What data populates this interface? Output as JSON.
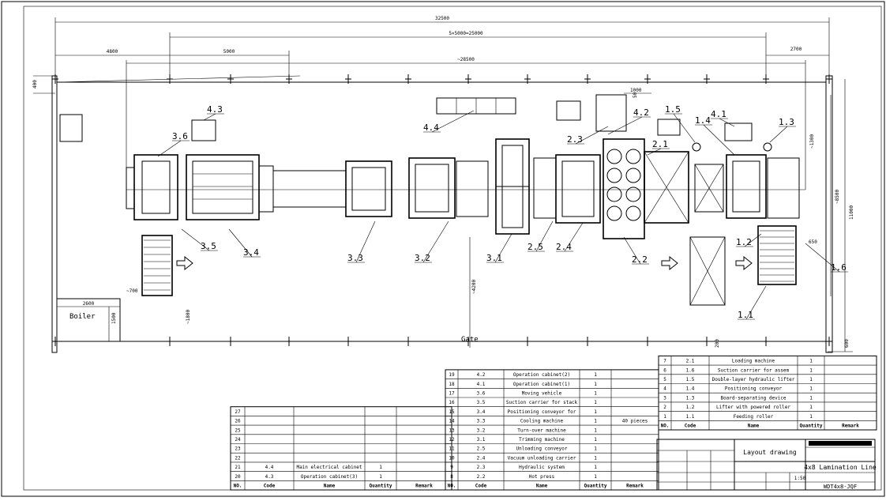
{
  "dimensions": {
    "overall": "32500",
    "bays": "5×5000=25000",
    "left": "4800",
    "bay": "5000",
    "right": "2700",
    "span": "~28500",
    "top_offset": "400",
    "top_small": "50",
    "top_1000": "1000",
    "h_1300": "~1300",
    "h_8500": "~8500",
    "h_11000": "11000",
    "gap_650": "650",
    "h_4200": "~4200",
    "w_700": "~700",
    "boiler_w": "2600",
    "boiler_h": "1500",
    "h_1800": "~1800",
    "w_200": "200",
    "bottom_600": "600"
  },
  "labels": {
    "boiler": "Boiler",
    "gate": "Gate",
    "callouts": [
      "4.3",
      "3.6",
      "3.5",
      "3.4",
      "3.3",
      "3.2",
      "3.1",
      "2.5",
      "2.4",
      "2.2",
      "2.3",
      "2.1",
      "4.4",
      "4.2",
      "1.5",
      "1.4",
      "4.1",
      "1.3",
      "1.2",
      "1.6",
      "1.1"
    ]
  },
  "bom_left": {
    "headers": [
      "NO.",
      "Code",
      "Name",
      "Quantity",
      "Remark"
    ],
    "rows": [
      [
        "27",
        "",
        "",
        "",
        ""
      ],
      [
        "26",
        "",
        "",
        "",
        ""
      ],
      [
        "25",
        "",
        "",
        "",
        ""
      ],
      [
        "24",
        "",
        "",
        "",
        ""
      ],
      [
        "23",
        "",
        "",
        "",
        ""
      ],
      [
        "22",
        "",
        "",
        "",
        ""
      ],
      [
        "21",
        "4.4",
        "Main electrical cabinet",
        "1",
        ""
      ],
      [
        "20",
        "4.3",
        "Operation cabinet(3)",
        "1",
        ""
      ]
    ]
  },
  "bom_mid": {
    "headers": [
      "NO.",
      "Code",
      "Name",
      "Quantity",
      "Remark"
    ],
    "rows": [
      [
        "19",
        "4.2",
        "Operation cabinet(2)",
        "1",
        ""
      ],
      [
        "18",
        "4.1",
        "Operation cabinet(1)",
        "1",
        ""
      ],
      [
        "17",
        "3.6",
        "Moving vehicle",
        "1",
        ""
      ],
      [
        "16",
        "3.5",
        "Suction carrier for stack",
        "1",
        ""
      ],
      [
        "15",
        "3.4",
        "Positioning conveyor for",
        "1",
        ""
      ],
      [
        "14",
        "3.3",
        "Cooling machine",
        "1",
        "40 pieces"
      ],
      [
        "13",
        "3.2",
        "Turn-over machine",
        "1",
        ""
      ],
      [
        "12",
        "3.1",
        "Trimming machine",
        "1",
        ""
      ],
      [
        "11",
        "2.5",
        "Unloading conveyor",
        "1",
        ""
      ],
      [
        "10",
        "2.4",
        "Vacuum unloading carrier",
        "1",
        ""
      ],
      [
        "9",
        "2.3",
        "Hydraulic system",
        "1",
        ""
      ],
      [
        "8",
        "2.2",
        "Hot press",
        "1",
        ""
      ]
    ]
  },
  "bom_right": {
    "headers": [
      "NO.",
      "Code",
      "Name",
      "Quantity",
      "Remark"
    ],
    "rows": [
      [
        "7",
        "2.1",
        "Loading machine",
        "1",
        ""
      ],
      [
        "6",
        "1.6",
        "Suction carrier for assem",
        "1",
        ""
      ],
      [
        "5",
        "1.5",
        "Double-layer hydraulic lifter",
        "1",
        ""
      ],
      [
        "4",
        "1.4",
        "Positioning conveyor",
        "1",
        ""
      ],
      [
        "3",
        "1.3",
        "Board-separating device",
        "1",
        ""
      ],
      [
        "2",
        "1.2",
        "Lifter with powered roller",
        "1",
        ""
      ],
      [
        "1",
        "1.1",
        "Feeding roller",
        "1",
        ""
      ]
    ]
  },
  "title_block": {
    "drawing_name": "Layout drawing",
    "project": "4x8 Lamination Line",
    "drawing_no": "WDT4x8-JQF",
    "scale": "1:50"
  },
  "colors": {
    "ink": "#000000",
    "paper": "#ffffff"
  }
}
